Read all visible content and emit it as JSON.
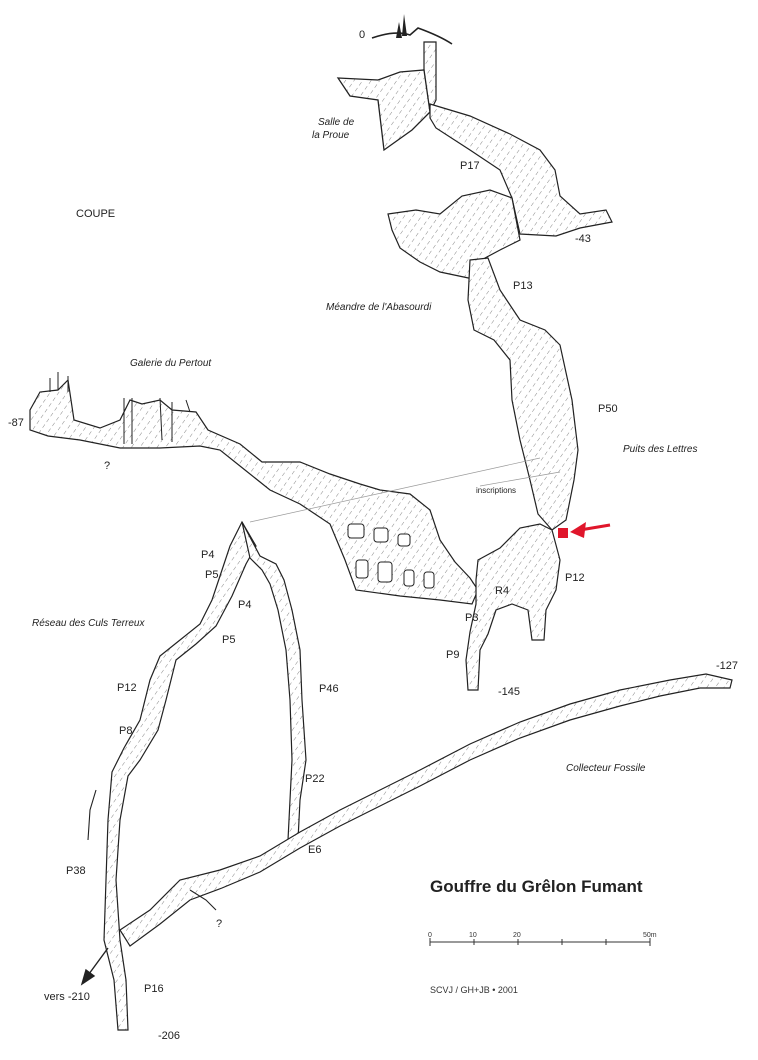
{
  "map": {
    "title": "Gouffre du Grêlon Fumant",
    "view_label": "COUPE",
    "credit": "SCVJ / GH+JB • 2001",
    "marker_color": "#e0162b",
    "depths": {
      "surface": "0",
      "d43": "-43",
      "d87": "-87",
      "d127": "-127",
      "d145": "-145",
      "d206": "-206",
      "vers210": "vers -210"
    },
    "places": {
      "salle_proue": [
        "Salle de",
        "la Proue"
      ],
      "meandre": "Méandre de l'Abasourdi",
      "pertout": "Galerie du Pertout",
      "puits_lettres": "Puits des Lettres",
      "inscriptions": "inscriptions",
      "culs_terreux": "Réseau des Culs Terreux",
      "collecteur": "Collecteur Fossile"
    },
    "pitches": {
      "p17": "P17",
      "p13": "P13",
      "p50": "P50",
      "p12_main": "P12",
      "r4": "R4",
      "p3": "P3",
      "p9": "P9",
      "p4_a": "P4",
      "p5_a": "P5",
      "p4_b": "P4",
      "p5_b": "P5",
      "p12_left": "P12",
      "p8": "P8",
      "p46": "P46",
      "p22": "P22",
      "e6": "E6",
      "p38": "P38",
      "p16": "P16"
    },
    "unknown_mark": "?",
    "scale": {
      "ticks": [
        "0",
        "10",
        "20",
        "50m"
      ]
    }
  }
}
